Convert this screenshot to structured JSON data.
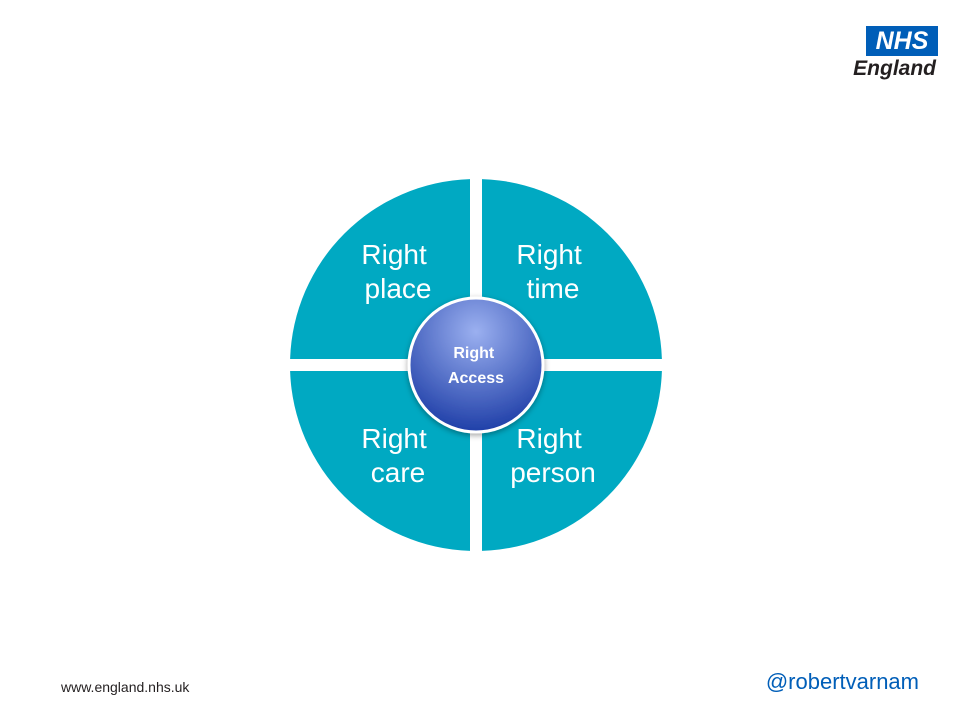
{
  "logo": {
    "box_text": "NHS",
    "region_text": "England",
    "colors": {
      "box": "#005eb8",
      "text": "#231f20"
    }
  },
  "diagram": {
    "center": {
      "lines": [
        "Right",
        "Access"
      ],
      "colors": {
        "top": "#9bb0f0",
        "bottom": "#1f3fa8"
      }
    },
    "segments": [
      {
        "id": "top-left",
        "lines": [
          "Right",
          "place"
        ]
      },
      {
        "id": "top-right",
        "lines": [
          "Right",
          "time"
        ]
      },
      {
        "id": "bottom-left",
        "lines": [
          "Right",
          "care"
        ]
      },
      {
        "id": "bottom-right",
        "lines": [
          "Right",
          "person"
        ]
      }
    ],
    "colors": {
      "segment": "#00a9c2"
    }
  },
  "footer": {
    "url": "www.england.nhs.uk",
    "handle": "@robertvarnam",
    "colors": {
      "handle": "#005eb8"
    }
  }
}
